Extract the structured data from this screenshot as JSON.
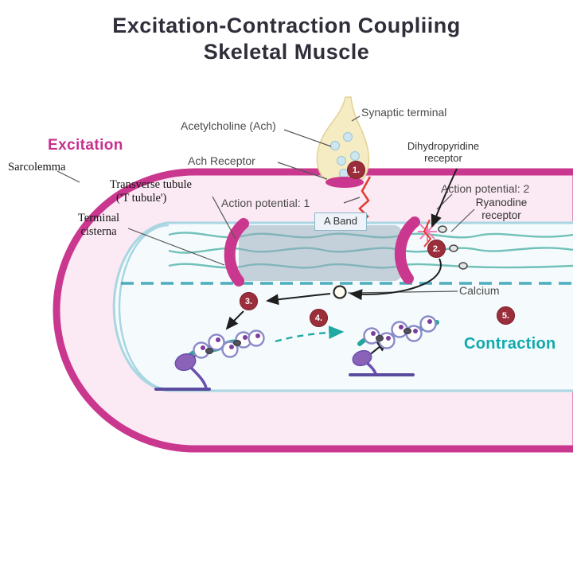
{
  "title": {
    "line1": "Excitation-Contraction Coupliing",
    "line2": "Skeletal Muscle"
  },
  "labels": {
    "excitation": "Excitation",
    "contraction": "Contraction",
    "sarcolemma": "Sarcolemma",
    "transverse_tubule1": "Transverse tubule",
    "transverse_tubule2": "('T tubule')",
    "terminal_cisterna1": "Terminal",
    "terminal_cisterna2": "cisterna",
    "acetylcholine": "Acetylcholine (Ach)",
    "synaptic_terminal": "Synaptic terminal",
    "ach_receptor": "Ach Receptor",
    "dihydropyridine1": "Dihydropyridine",
    "dihydropyridine2": "receptor",
    "action_potential1": "Action potential: 1",
    "action_potential2": "Action potential: 2",
    "ryanodine1": "Ryanodine",
    "ryanodine2": "receptor",
    "a_band": "A Band",
    "calcium": "Calcium"
  },
  "steps": {
    "s1": "1.",
    "s2": "2.",
    "s3": "3.",
    "s4": "4.",
    "s5": "5."
  },
  "colors": {
    "magenta": "#c9388e",
    "maroon_badge": "#9a2e3a",
    "teal": "#1fa9a2",
    "contraction_teal": "#10a9ad",
    "pale_pink": "#fbe9f3",
    "pale_blue": "#f5fbfd",
    "pale_yellow": "#f6ecc3",
    "red_ap": "#e23b30"
  }
}
